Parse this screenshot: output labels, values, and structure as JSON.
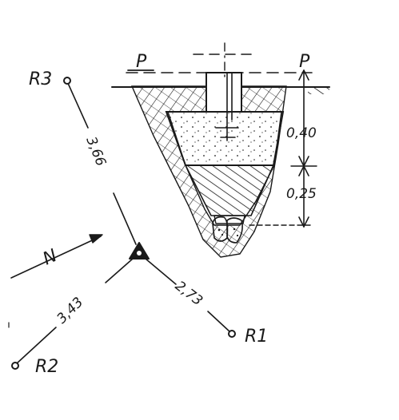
{
  "survey": {
    "points": {
      "r1": "R1",
      "r2": "R2",
      "r3": "R3"
    },
    "distances": {
      "to_r1": "2,73",
      "to_r2": "3,43",
      "to_r3": "3,66"
    },
    "north_label": "N"
  },
  "section": {
    "level_left": "P",
    "level_right": "P",
    "dim_upper": "0,40",
    "dim_lower": "0,25"
  }
}
